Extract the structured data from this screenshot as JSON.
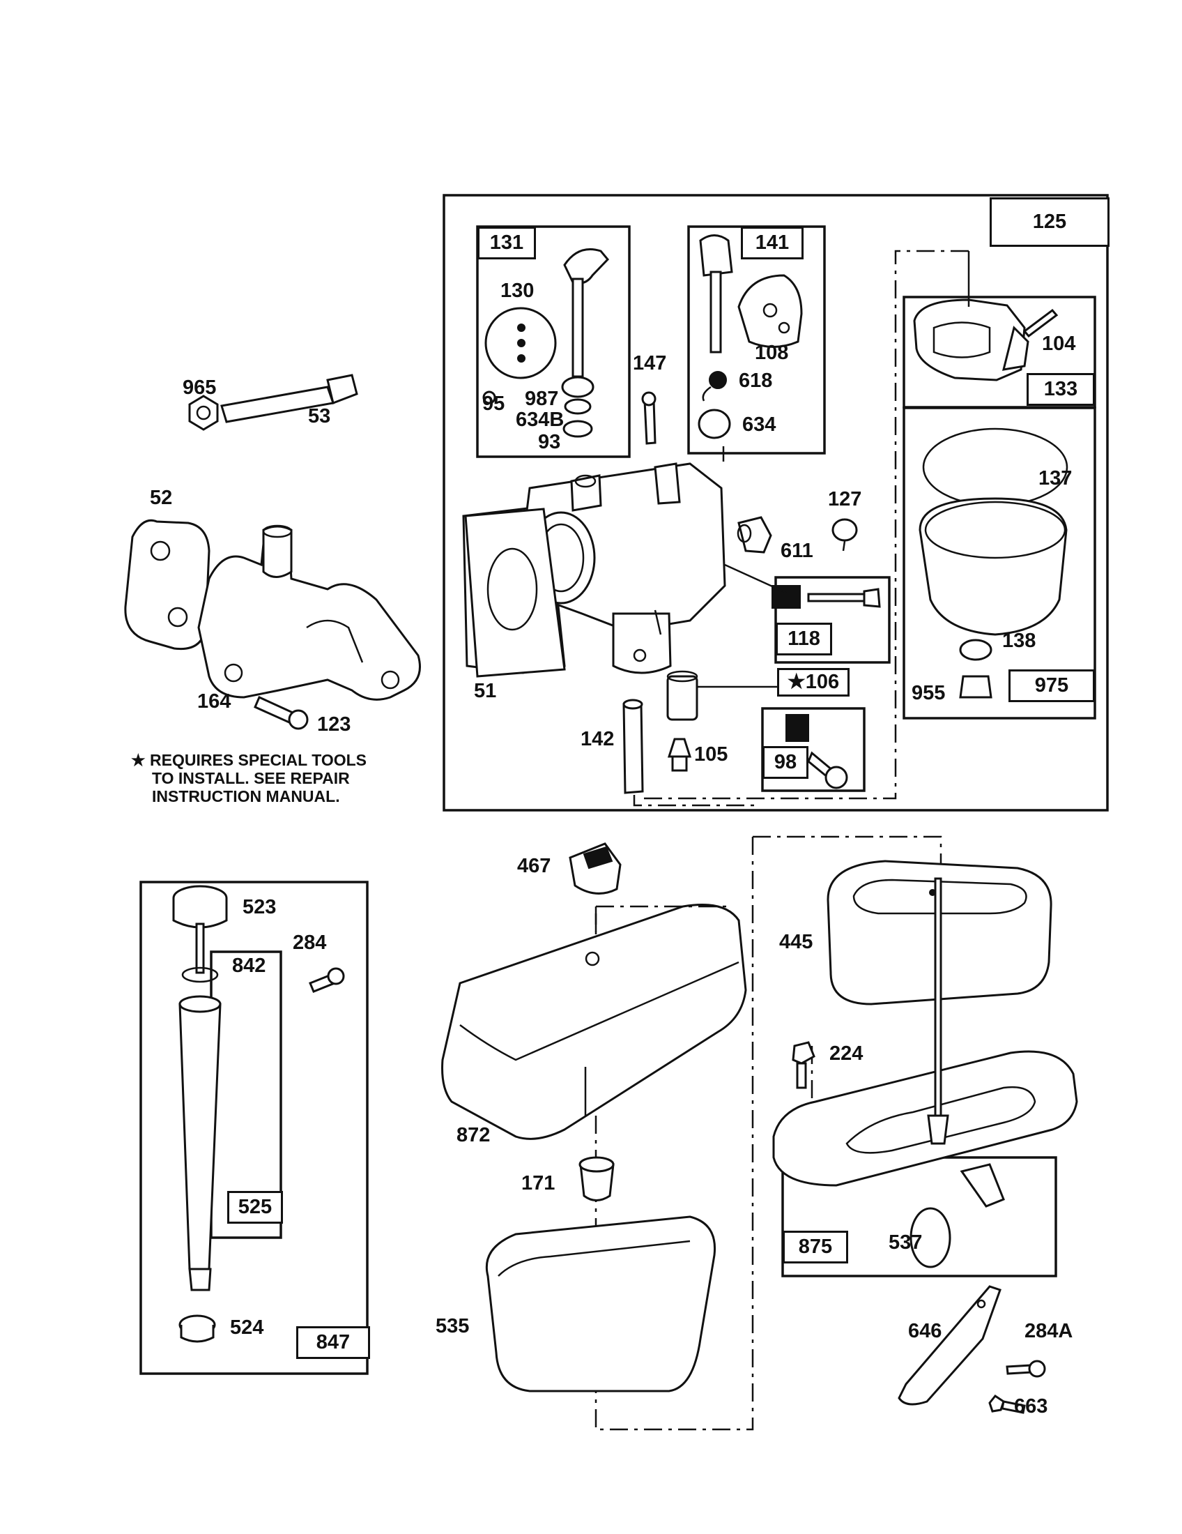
{
  "diagram": {
    "labels": {
      "p965": "965",
      "p53": "53",
      "p52": "52",
      "p164": "164",
      "p123": "123",
      "p131": "131",
      "p130": "130",
      "p95": "95",
      "p987": "987",
      "p634b": "634B",
      "p93": "93",
      "p141": "141",
      "p108": "108",
      "p618": "618",
      "p634": "634",
      "p147": "147",
      "p125": "125",
      "p104": "104",
      "p133": "133",
      "p137": "137",
      "p138": "138",
      "p955": "955",
      "p975": "975",
      "p127": "127",
      "p611": "611",
      "p118": "118",
      "p51": "51",
      "p106": "★106",
      "p142": "142",
      "p105": "105",
      "p98": "98",
      "p523": "523",
      "p842": "842",
      "p284": "284",
      "p525": "525",
      "p524": "524",
      "p847": "847",
      "p467": "467",
      "p872": "872",
      "p171": "171",
      "p535": "535",
      "p445": "445",
      "p224": "224",
      "p875": "875",
      "p537": "537",
      "p646": "646",
      "p284a": "284A",
      "p663": "663"
    },
    "note": {
      "line1": "★ REQUIRES SPECIAL TOOLS",
      "line2": "TO INSTALL.  SEE REPAIR",
      "line3": "INSTRUCTION MANUAL."
    }
  }
}
